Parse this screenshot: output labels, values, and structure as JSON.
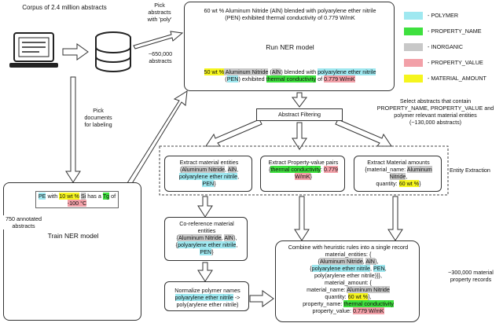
{
  "corpus": {
    "title": "Corpus of 2.4 million abstracts"
  },
  "edges": {
    "pick_poly_1": "Pick",
    "pick_poly_2": "abstracts",
    "pick_poly_3": "with 'poly'",
    "count_1": "~650,000",
    "count_2": "abstracts",
    "pick_docs_1": "Pick",
    "pick_docs_2": "documents",
    "pick_docs_3": "for labeling",
    "annotated_1": "750 annotated",
    "annotated_2": "abstracts",
    "select_1": "Select abstracts that contain",
    "select_2": "PROPERTY_NAME, PROPERTY_VALUE and",
    "select_3": "polymer relevant material entities",
    "select_4": "(~130,000 abstracts)",
    "entity_extraction": "Entity Extraction",
    "records_1": "~300,000 material",
    "records_2": "property records"
  },
  "top_box": {
    "raw_line1": "60 wt % Aluminum Nitride (AlN) blended with polyarylene ether nitrile",
    "raw_line2": "(PEN) exhibited thermal conductivity of 0.779 W/mK",
    "run_ner": "Run NER model",
    "a1": "50 wt %",
    "a2": " Aluminum Nitride",
    "a3": " (",
    "a4": "AlN",
    "a5": ") blended with ",
    "a6": "polyarylene ether nitrile",
    "b1": "(",
    "b2": "PEN",
    "b3": ") exhibited ",
    "b4": "thermal conductivity",
    "b5": " of ",
    "b6": "0.779 W/mK"
  },
  "legend": [
    {
      "label": "- POLYMER",
      "color": "#9fe8f0"
    },
    {
      "label": "- PROPERTY_NAME",
      "color": "#3ee03e"
    },
    {
      "label": "- INORGANIC",
      "color": "#c8c8c8"
    },
    {
      "label": "- PROPERTY_VALUE",
      "color": "#f2a0a8"
    },
    {
      "label": "- MATERIAL_AMOUNT",
      "color": "#f5f51e"
    }
  ],
  "ner_box": {
    "s1": "PE",
    "s2": " with ",
    "s3": "10 wt %",
    "s4": " ",
    "s5": "Si",
    "s6": " has a ",
    "s7": "Tg",
    "s8": " of",
    "s9": "-100 °C",
    "train": "Train NER model"
  },
  "abstract_filtering": "Abstract Filtering",
  "extract_entities": {
    "title1": "Extract material entities",
    "l1a": "{",
    "l1b": "Aluminum Nitride",
    "l1c": ", ",
    "l1d": "AlN",
    "l1e": ",",
    "l2": "polyarylene ether nitrile",
    "l2b": ",",
    "l3": "PEN",
    "l3b": "}"
  },
  "extract_pairs": {
    "title1": "Extract Property-value pairs",
    "l1a": "{",
    "l1b": "thermal conductivity",
    "l1c": ": ",
    "l1d": "0.779",
    "l2": "W/mK",
    "l2b": "}"
  },
  "extract_amounts": {
    "title1": "Extract Material amounts",
    "l1a": "{material_name: ",
    "l1b": "Aluminum",
    "l2": "Nitride",
    "l2b": ",",
    "l3a": "quantity: ",
    "l3b": "60 wt %",
    "l3c": "}"
  },
  "coref": {
    "title1": "Co-reference material",
    "title2": "entities",
    "l1a": "{",
    "l1b": "Aluminum Nitride",
    "l1c": ", ",
    "l1d": "AlN",
    "l1e": "},",
    "l2a": "{",
    "l2b": "polyarylene ether nitrile",
    "l2c": ",",
    "l3": "PEN",
    "l3b": "}"
  },
  "normalize": {
    "title": "Normalize polymer names",
    "l1": "polyarylene ether nitrile",
    "l1b": " ->",
    "l2": "poly(arylene ether nitrile)"
  },
  "combine": {
    "title1": "Combine with heuristic rules into a single record",
    "l1": "material_entities: {",
    "l2a": "{",
    "l2b": "Aluminum Nitride",
    "l2c": ", ",
    "l2d": "AlN",
    "l2e": "},",
    "l3a": "{",
    "l3b": "polyarylene ether nitrile",
    "l3c": ", ",
    "l3d": "PEN",
    "l3e": ",",
    "l4": "poly(arylene ether nitrile)}},",
    "l5": "material_amount: {",
    "l6a": "material_name: ",
    "l6b": "Aluminum Nitride",
    "l7a": "quantity: ",
    "l7b": "60 wt %",
    "l7c": "},",
    "l8a": "property_name: ",
    "l8b": "thermal conductivity",
    "l9a": "property_value: ",
    "l9b": "0.779 W/mK"
  }
}
